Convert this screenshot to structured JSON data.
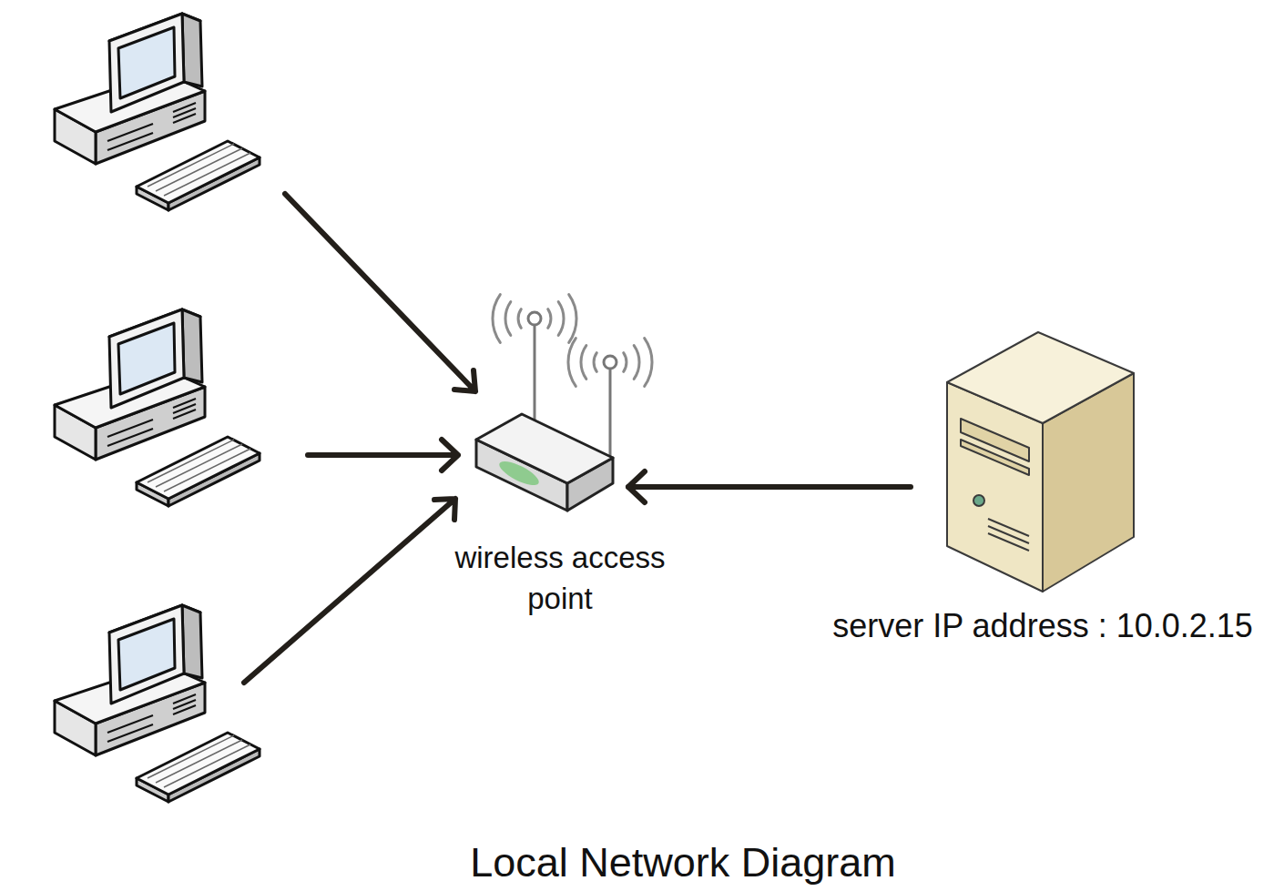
{
  "diagram": {
    "caption": "Local Network Diagram",
    "nodes": [
      {
        "text": [
          "wireless access point"
        ]
      },
      {
        "text": [
          "server IP address : 10.0.2.15"
        ]
      }
    ],
    "edges": [
      {
        "from": 1,
        "to": 0,
        "arrow": "to"
      }
    ]
  }
}
